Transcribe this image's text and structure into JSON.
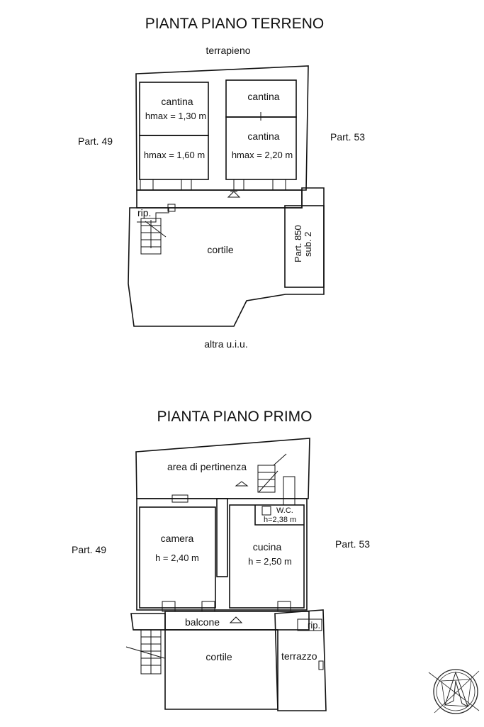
{
  "ground_floor": {
    "title": "PIANTA PIANO TERRENO",
    "top_label": "terrapieno",
    "left_label": "Part. 49",
    "right_label": "Part. 53",
    "bottom_label": "altra u.i.u.",
    "rooms": {
      "cantina_1": "cantina",
      "cantina_1_h": "hmax = 1,30 m",
      "cantina_2_h": "hmax = 1,60 m",
      "cantina_3": "cantina",
      "cantina_4": "cantina",
      "cantina_4_h": "hmax = 2,20 m",
      "rip": "rip.",
      "cortile": "cortile",
      "part850_a": "Part. 850",
      "part850_b": "sub. 2"
    }
  },
  "first_floor": {
    "title": "PIANTA PIANO PRIMO",
    "left_label": "Part. 49",
    "right_label": "Part. 53",
    "rooms": {
      "pertinenza": "area di pertinenza",
      "camera": "camera",
      "camera_h": "h = 2,40 m",
      "cucina": "cucina",
      "cucina_h": "h = 2,50 m",
      "wc": "W.C.",
      "wc_h": "h=2,38 m",
      "balcone": "balcone",
      "rip": "rip.",
      "cortile": "cortile",
      "terrazzo": "terrazzo"
    }
  },
  "north_arrow": {
    "icon": "north-arrow-icon"
  }
}
